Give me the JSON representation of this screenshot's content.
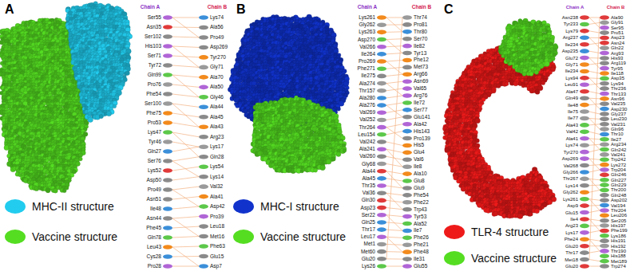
{
  "diagram": {
    "labels": [
      "A",
      "Chain A",
      "Chain B",
      "Ser55",
      "Asn35",
      "Ser102",
      "His103",
      "Ser71",
      "Tyr72",
      "Gln99",
      "Pro76",
      "Phe54",
      "Ser100",
      "Phe75",
      "Pro53",
      "Lys47",
      "Tyr46",
      "Gln27",
      "Ser76",
      "Lys52",
      "Asp50",
      "Pro49",
      "Asn51",
      "Ile48",
      "Asn44",
      "Phe45",
      "Gln78",
      "Leu43",
      "Cys28",
      "Pro28",
      "Lys74",
      "Ala56",
      "Pro49",
      "Asp269",
      "Tyr270",
      "Gly71",
      "Ala70",
      "Ala50",
      "Gly46",
      "Ala44",
      "Ala45",
      "Ala43",
      "Arg23",
      "Lys17",
      "Gln28",
      "Lys54",
      "Lys14",
      "Val32",
      "Ala41",
      "Asp42",
      "Pro39",
      "Leu18",
      "Met16",
      "Phe63",
      "Glu15",
      "Asp7",
      "B",
      "Chain A",
      "Chain B",
      "Lys261",
      "Gly262",
      "Lys263",
      "Asp270",
      "Val266",
      "Ile264",
      "Pro269",
      "Phe271",
      "Ile275",
      "Ala274",
      "Thr157",
      "Ala280",
      "Ala276",
      "Val269",
      "Val252",
      "Thr264",
      "Leu154",
      "Val242",
      "Ala241",
      "Val260",
      "Gly68",
      "Ala44",
      "Ala45",
      "Thr35",
      "Val36",
      "Gln30",
      "Asp23",
      "Ser22",
      "Gln25",
      "Thr17",
      "Leu17",
      "Met1",
      "Met60",
      "Glu20",
      "Lys26",
      "Thr74",
      "Pro81",
      "Thr80",
      "Ser70",
      "Ile82",
      "Tyr13",
      "Phe12",
      "Met73",
      "Arg66",
      "Asn69",
      "Val65",
      "Arg76",
      "Ile72",
      "Ser77",
      "Glu141",
      "Ala42",
      "His143",
      "Pro139",
      "His5",
      "Glu4",
      "Val6",
      "Ile8",
      "Ala10",
      "Glu8",
      "Glu9",
      "Phe54",
      "Phe22",
      "Trp43",
      "Tyr53",
      "Ala52",
      "Ile7",
      "Phe26",
      "Phe21",
      "Phe48",
      "Ile31",
      "Glu55",
      "C",
      "Chain A",
      "Chain B",
      "Asn238",
      "Tyr233",
      "Lys79",
      "Arg237",
      "Ile234",
      "Asp235",
      "Glu72",
      "Gly71",
      "Ile234",
      "Lys94",
      "Leu91",
      "Ala47",
      "Gln49",
      "Ile48",
      "Ile75",
      "Ile77",
      "Ala43",
      "Val42",
      "Ala41",
      "Lys74",
      "Tyr270",
      "Asp269",
      "Val268",
      "Gly266",
      "Thr267",
      "Lys14",
      "Gly262",
      "Lys261",
      "Asp9",
      "Glu15",
      "Ile4",
      "Arg23",
      "Lys17",
      "Phe24",
      "Glu20",
      "Thr17",
      "Met18",
      "Glu20",
      "Ala90",
      "Gly91",
      "Ser95",
      "Pro51",
      "Asp23",
      "Asn24",
      "Gln22",
      "Arg93",
      "His93",
      "Arg119",
      "Tyr95",
      "Ile118",
      "Asp35",
      "Lys94",
      "Thr236",
      "Thr133",
      "Asn96",
      "Val235",
      "Asp230",
      "Gly237",
      "Leu230",
      "Val231",
      "Gln96",
      "Thr10",
      "Ile27",
      "Arg234",
      "Gln242",
      "Val241",
      "Trp242",
      "Lys272",
      "Trp204",
      "Gln246",
      "Gln227",
      "Gln229",
      "Thr200",
      "Gln248",
      "Asp202",
      "Val194",
      "Thr204",
      "Leu206",
      "Ser205",
      "His197",
      "Phe199",
      "Lys186",
      "His191",
      "His192",
      "Thr190",
      "His188",
      "Met189",
      "Trp274"
    ],
    "legend": [
      {
        "text": "MHC-II structure",
        "color": "#22ccee"
      },
      {
        "text": "Vaccine structure",
        "color": "#55dd22"
      },
      {
        "text": "MHC-I structure",
        "color": "#1133cc"
      },
      {
        "text": "Vaccine structure",
        "color": "#55dd22"
      },
      {
        "text": "TLR-4 structure",
        "color": "#ee1a1a"
      },
      {
        "text": "Vaccine structure",
        "color": "#55dd22"
      }
    ]
  }
}
